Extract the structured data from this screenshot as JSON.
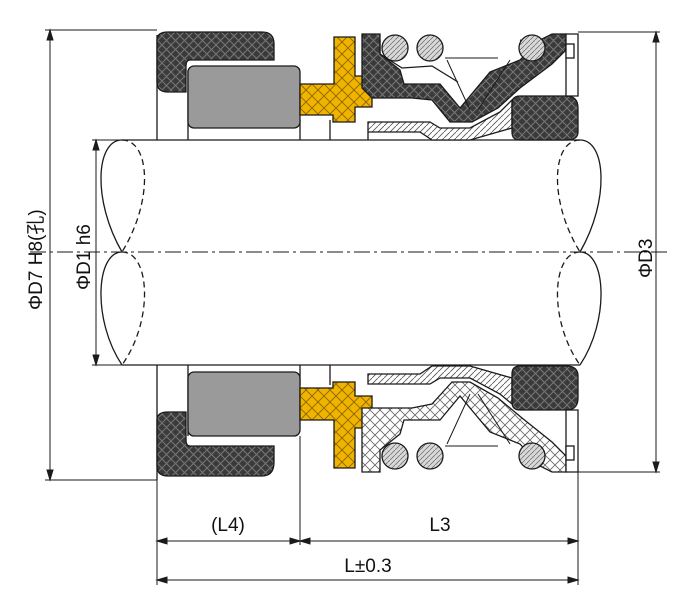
{
  "labels": {
    "d7": "ΦD7 H8(孔)",
    "d1": "ΦD1 h6",
    "d3": "ΦD3",
    "l4": "(L4)",
    "l3": "L3",
    "l": "L±0.3"
  },
  "colors": {
    "line": "#1a1a1a",
    "yellow_insert": "#f0b400",
    "dark_rubber": "#3a3a3a",
    "gray_seat": "#9a9a9a",
    "hatch_light": "#cfcfcf",
    "white_part": "#ffffff"
  }
}
